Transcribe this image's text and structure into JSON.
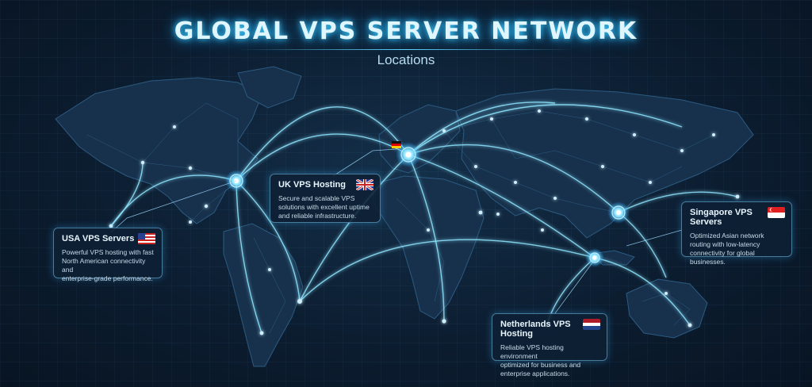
{
  "header": {
    "title": "GLOBAL VPS SERVER NETWORK",
    "subtitle": "Locations"
  },
  "cards": [
    {
      "id": "usa",
      "title": "USA VPS Servers",
      "lines": [
        "Powerful VPS hosting with fast",
        "North American connectivity and",
        "enterprise-grade performance."
      ],
      "flag": "usa-flag-icon"
    },
    {
      "id": "uk",
      "title": "UK VPS Hosting",
      "lines": [
        "Secure and scalable VPS",
        "solutions with excellent uptime",
        "and reliable infrastructure."
      ],
      "flag": "uk-flag-icon"
    },
    {
      "id": "singapore",
      "title": "Singapore VPS Servers",
      "lines": [
        "Optimized Asian network",
        "routing with low-latency",
        "connectivity for global",
        "businesses."
      ],
      "flag": "singapore-flag-icon"
    },
    {
      "id": "netherlands",
      "title": "Netherlands VPS Hosting",
      "lines": [
        "Reliable VPS hosting environment",
        "optimized for business and",
        "enterprise applications."
      ],
      "flag": "netherlands-flag-icon"
    }
  ],
  "colors": {
    "glow": "#3fd0ff",
    "route": "#8fe6ff",
    "land": "#18324d"
  },
  "hub_icon": "germany-flag-icon"
}
